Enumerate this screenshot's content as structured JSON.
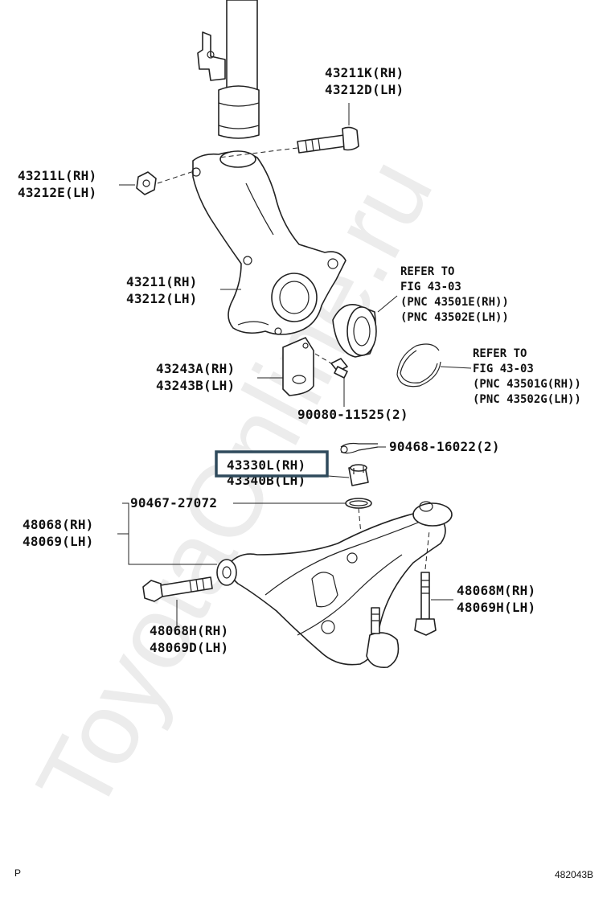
{
  "labels": {
    "bolt_top_rh": "43211K(RH)",
    "bolt_top_lh": "43212D(LH)",
    "nut_rh": "43211L(RH)",
    "nut_lh": "43212E(LH)",
    "knuckle_rh": "43211(RH)",
    "knuckle_lh": "43212(LH)",
    "bracket_rh": "43243A(RH)",
    "bracket_lh": "43243B(LH)",
    "bolt_small": "90080-11525(2)",
    "pin": "90468-16022(2)",
    "highlight_rh": "43330L(RH)",
    "highlight_lh": "43340B(LH)",
    "ring": "90467-27072",
    "arm_rh": "48068(RH)",
    "arm_lh": "48069(LH)",
    "arm_rear_bolt_rh": "48068M(RH)",
    "arm_rear_bolt_lh": "48069H(LH)",
    "arm_front_bolt_rh": "48068H(RH)",
    "arm_front_bolt_lh": "48069D(LH)"
  },
  "refer_bearing": {
    "line1": "REFER TO",
    "line2": "FIG 43-03",
    "line3": "(PNC 43501E(RH))",
    "line4": "(PNC 43502E(LH))"
  },
  "refer_snapring": {
    "line1": "REFER TO",
    "line2": "FIG 43-03",
    "line3": "(PNC 43501G(RH))",
    "line4": "(PNC 43502G(LH))"
  },
  "corner_left": "P",
  "figure_id": "482043B",
  "watermark": "ToyotaOnline.ru",
  "highlight_color": "#2f4a5c"
}
